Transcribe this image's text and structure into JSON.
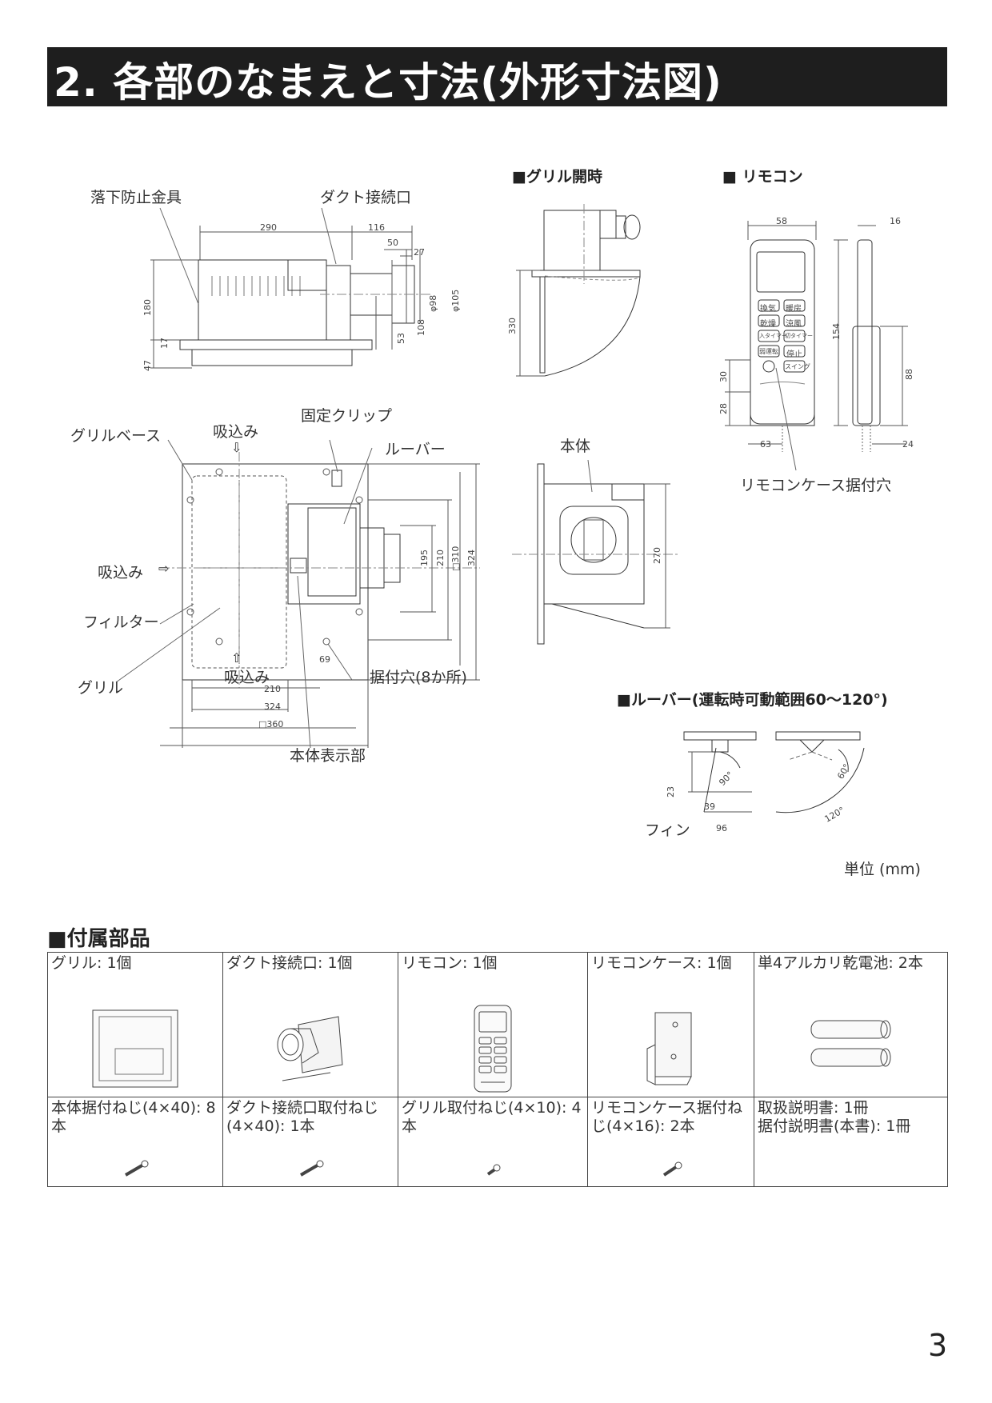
{
  "page_title": "2. 各部のなまえと寸法(外形寸法図)",
  "sections": {
    "grille_open": "■グリル開時",
    "remote": "■ リモコン",
    "louver": "■ルーバー(運転時可動範囲60～120°)",
    "unit": "単位 (mm)"
  },
  "labels": {
    "fall_prevention": "落下防止金具",
    "duct_connector": "ダクト接続口",
    "grille_base": "グリルベース",
    "intake_top": "吸込み",
    "fixed_clip": "固定クリップ",
    "louver": "ルーバー",
    "intake_left": "吸込み",
    "filter": "フィルター",
    "intake_bottom": "吸込み",
    "grille": "グリル",
    "mount_holes": "据付穴(8か所)",
    "body_display": "本体表示部",
    "body": "本体",
    "remote_case_hole": "リモコンケース据付穴",
    "fin": "フィン"
  },
  "dims": {
    "d290": "290",
    "d116": "116",
    "d50": "50",
    "d27": "27",
    "d98": "φ98",
    "d105": "φ105",
    "d180": "180",
    "d17": "17",
    "d47": "47",
    "d53": "53",
    "d108": "108",
    "d330": "330",
    "d58": "58",
    "d16": "16",
    "d154": "154",
    "d30": "30",
    "d28": "28",
    "d88": "88",
    "d63": "63",
    "d24": "24",
    "d195": "195",
    "d210v": "210",
    "d310": "□310",
    "d324v": "324",
    "d270": "270",
    "d69": "69",
    "d210": "210",
    "d324": "324",
    "d360": "□360",
    "d23": "23",
    "d90": "90°",
    "d39": "39",
    "d96": "96",
    "d60": "60°",
    "d120": "120°"
  },
  "remote_buttons": [
    "換気",
    "暖房",
    "乾燥",
    "涼風",
    "入タイマー",
    "切タイマー",
    "弱運転",
    "スイング",
    "停止"
  ],
  "accessories": {
    "title": "■付属部品",
    "items": [
      {
        "text": "グリル: 1個",
        "icon": "grille-icon"
      },
      {
        "text": "ダクト接続口: 1個",
        "icon": "duct-connector-icon"
      },
      {
        "text": "リモコン: 1個",
        "icon": "remote-icon"
      },
      {
        "text": "リモコンケース: 1個",
        "icon": "remote-case-icon"
      },
      {
        "text": "単4アルカリ乾電池: 2本",
        "icon": "battery-icon"
      },
      {
        "text": "本体据付ねじ(4×40): 8本",
        "icon": "screw-icon"
      },
      {
        "text": "ダクト接続口取付ねじ(4×40): 1本",
        "icon": "screw-icon"
      },
      {
        "text": "グリル取付ねじ(4×10): 4本",
        "icon": "short-screw-icon"
      },
      {
        "text": "リモコンケース据付ねじ(4×16): 2本",
        "icon": "screw-icon"
      },
      {
        "text": "取扱説明書: 1冊\n据付説明書(本書): 1冊",
        "icon": ""
      }
    ]
  },
  "page_number": "3"
}
